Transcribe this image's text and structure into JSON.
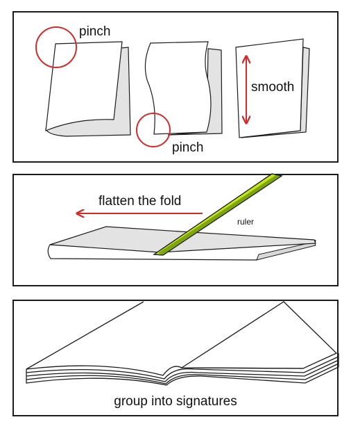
{
  "panels": [
    {
      "id": "step-fold",
      "labels": {
        "pinch_top": "pinch",
        "pinch_bottom": "pinch",
        "smooth": "smooth"
      }
    },
    {
      "id": "step-flatten",
      "labels": {
        "flatten": "flatten the fold",
        "ruler": "ruler"
      }
    },
    {
      "id": "step-group",
      "labels": {
        "group": "group into signatures"
      }
    }
  ],
  "colors": {
    "outline": "#1a1a1a",
    "shade": "#e3e3e3",
    "accent_red": "#d42a2a",
    "ruler_green": "#c4e817",
    "ruler_dark": "#7ea40e"
  }
}
